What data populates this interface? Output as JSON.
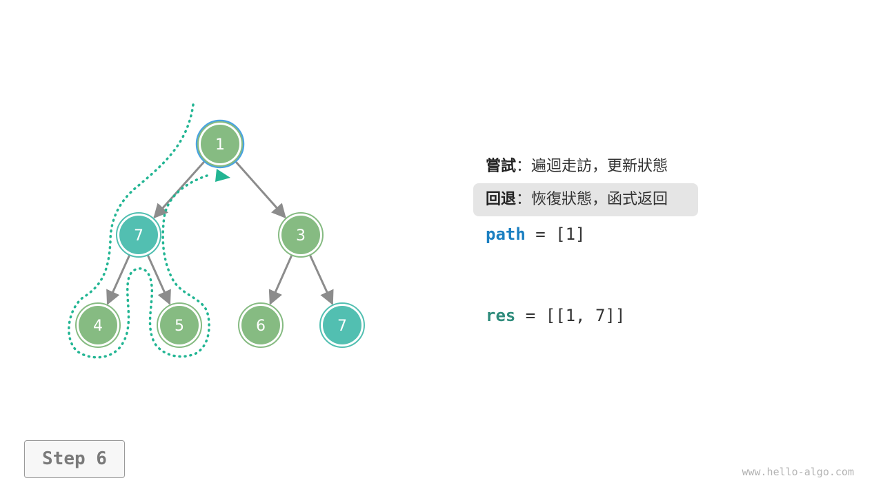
{
  "colors": {
    "node_default": "#86bb82",
    "node_highlight": "#52bfb1",
    "current_ring": "#4aa3e0",
    "edge": "#8c8c8c",
    "trace": "#22b593"
  },
  "tree": {
    "nodes": [
      {
        "id": "n1",
        "label": "1",
        "state": "current"
      },
      {
        "id": "n2",
        "label": "7",
        "state": "highlight"
      },
      {
        "id": "n3",
        "label": "3",
        "state": "default"
      },
      {
        "id": "n4",
        "label": "4",
        "state": "default"
      },
      {
        "id": "n5",
        "label": "5",
        "state": "default"
      },
      {
        "id": "n6",
        "label": "6",
        "state": "default"
      },
      {
        "id": "n7",
        "label": "7",
        "state": "highlight"
      }
    ],
    "edges": [
      [
        "n1",
        "n2"
      ],
      [
        "n1",
        "n3"
      ],
      [
        "n2",
        "n4"
      ],
      [
        "n2",
        "n5"
      ],
      [
        "n3",
        "n6"
      ],
      [
        "n3",
        "n7"
      ]
    ]
  },
  "legend": {
    "attempt_key": "嘗試",
    "attempt_text": "：遍迴走訪，更新狀態",
    "backtrack_key": "回退",
    "backtrack_text": "：恢復狀態，函式返回"
  },
  "code": {
    "path_var": "path",
    "path_value": " = [1]",
    "res_var": "res",
    "res_value": " = [[1, 7]]"
  },
  "step_label": "Step 6",
  "watermark": "www.hello-algo.com"
}
